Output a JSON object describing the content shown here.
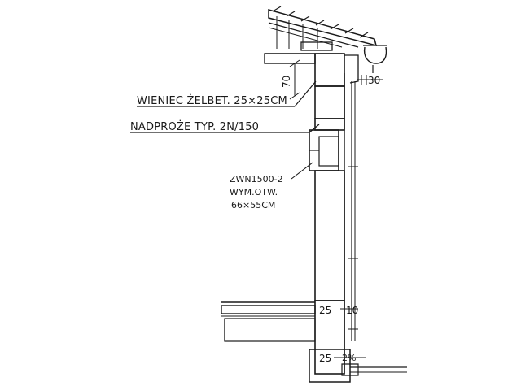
{
  "labels": {
    "wieniec": "WIENIEC ŻELBET. 25×25CM",
    "nadproze": "NADPROŻE TYP. 2N/150",
    "zwn_line1": "ZWN1500-2",
    "zwn_line2": "WYM.OTW.",
    "zwn_line3": "66×55CM"
  },
  "dimensions": {
    "d70": "70",
    "d30": "30",
    "d25_upper": "25",
    "d10": "10",
    "d25_lower": "25",
    "d2pct": "2%"
  },
  "colors": {
    "ink": "#1a1a1a",
    "paper": "#ffffff"
  }
}
